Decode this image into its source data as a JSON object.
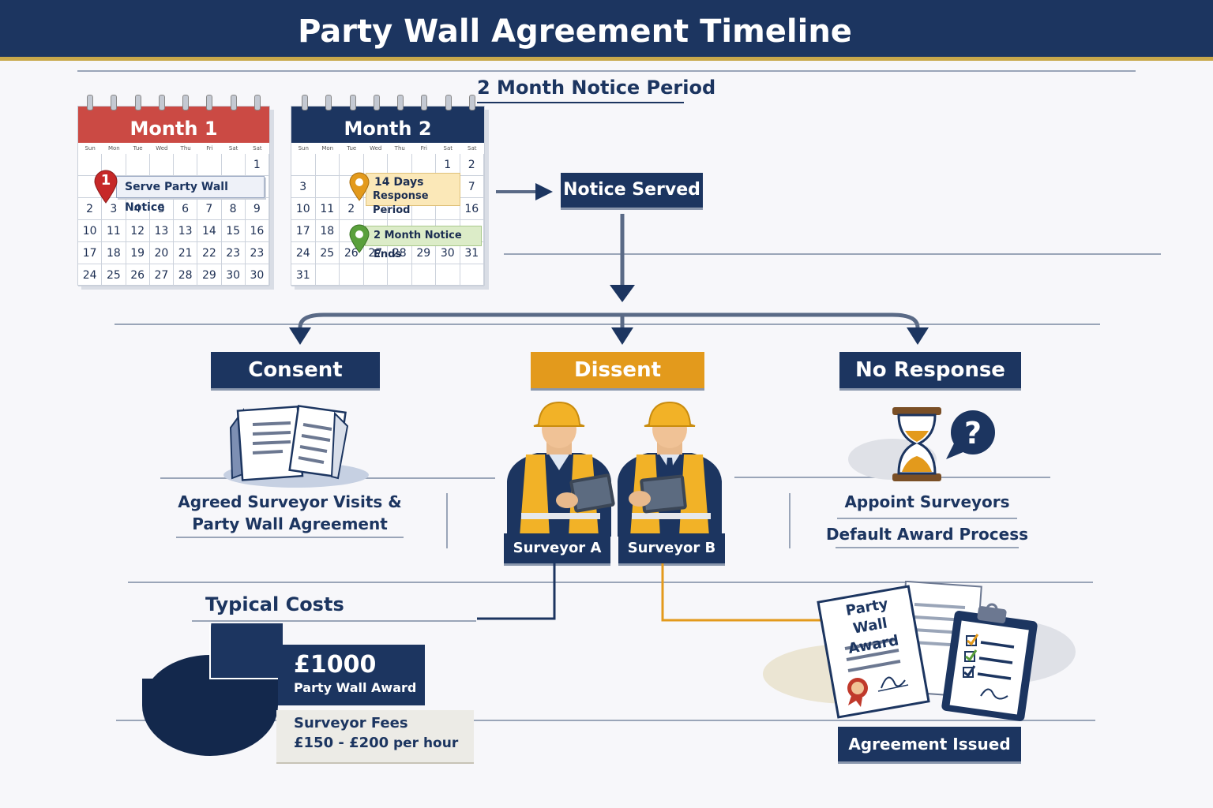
{
  "title": "Party Wall Agreement Timeline",
  "notice_period": "2 Month Notice Period",
  "colors": {
    "navy": "#1c3560",
    "gold": "#e39a1c",
    "red": "#cb4a44",
    "green": "#5aa03c"
  },
  "month1": {
    "title": "Month 1",
    "dows": [
      "Sun",
      "Mon",
      "Tue",
      "Wed",
      "Thu",
      "Fri",
      "Sat",
      "Sat"
    ],
    "rows": [
      [
        "",
        "",
        "",
        "",
        "",
        "",
        "",
        "1"
      ],
      [
        "",
        "",
        "",
        "",
        "",
        "",
        "",
        ""
      ],
      [
        "2",
        "3",
        "4",
        "5",
        "6",
        "7",
        "8",
        "9"
      ],
      [
        "10",
        "11",
        "12",
        "13",
        "13",
        "14",
        "15",
        "16"
      ],
      [
        "17",
        "18",
        "19",
        "20",
        "21",
        "22",
        "23",
        "23"
      ],
      [
        "24",
        "25",
        "26",
        "27",
        "28",
        "29",
        "30",
        "30"
      ]
    ],
    "pin_number": "1",
    "event": "Serve Party Wall Notice"
  },
  "month2": {
    "title": "Month 2",
    "dows": [
      "Sun",
      "Mon",
      "Tue",
      "Wed",
      "Thu",
      "Fri",
      "Sat",
      "Sat"
    ],
    "rows": [
      [
        "",
        "",
        "",
        "",
        "",
        "",
        "1",
        "2"
      ],
      [
        "3",
        "",
        "",
        "",
        "",
        "",
        "",
        "7"
      ],
      [
        "10",
        "11",
        "2",
        "",
        "",
        "",
        "",
        "16"
      ],
      [
        "17",
        "18",
        "",
        "",
        "",
        "",
        "",
        "25"
      ],
      [
        "24",
        "25",
        "26",
        "27",
        "28",
        "29",
        "30",
        "31"
      ],
      [
        "31",
        "",
        "",
        "",
        "",
        "",
        "",
        ""
      ]
    ],
    "response_line1": "14 Days",
    "response_line2": "Response Period",
    "notice_ends": "2 Month Notice Ends"
  },
  "notice_served": "Notice Served",
  "branches": {
    "consent": {
      "label": "Consent",
      "line1": "Agreed Surveyor Visits &",
      "line2": "Party Wall Agreement"
    },
    "dissent": {
      "label": "Dissent",
      "surveyor_a": "Surveyor A",
      "surveyor_b": "Surveyor B"
    },
    "no_response": {
      "label": "No Response",
      "line1": "Appoint Surveyors",
      "line2": "Default Award Process"
    }
  },
  "costs": {
    "heading": "Typical Costs",
    "award_amount": "£1000",
    "award_label": "Party Wall Award",
    "fees_label": "Surveyor Fees",
    "fees_range": "£150 - £200",
    "fees_unit": "per hour"
  },
  "chart_data": {
    "type": "pie",
    "slices": [
      {
        "value": 0.25,
        "color": "#e39a1c"
      },
      {
        "value": 0.75,
        "color": "#1c3560"
      }
    ]
  },
  "award_doc": {
    "line1": "Party Wall",
    "line2": "Award"
  },
  "agreement_issued": "Agreement Issued",
  "icons": [
    "calendar-icon",
    "map-pin-icon",
    "arrow-right-icon",
    "documents-icon",
    "worker-icon",
    "hourglass-icon",
    "question-bubble-icon",
    "pie-chart-icon",
    "award-document-icon",
    "clipboard-checklist-icon"
  ]
}
